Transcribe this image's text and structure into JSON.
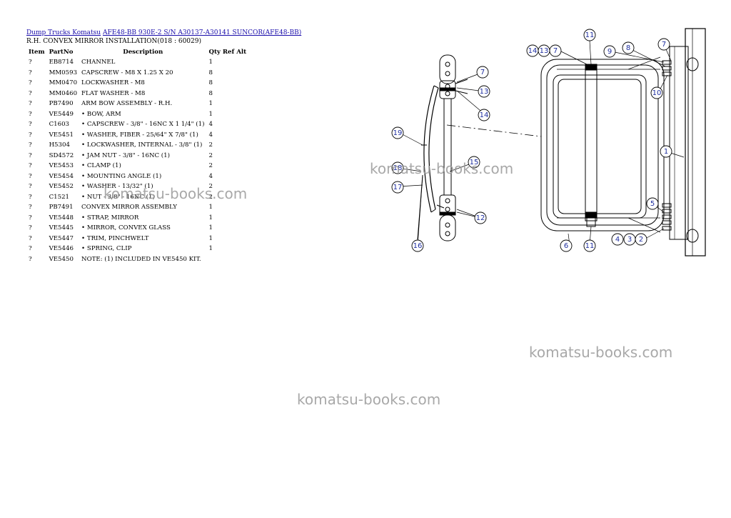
{
  "breadcrumb": {
    "link1": "Dump Trucks Komatsu",
    "link2": "AFE48-BB 930E-2 S/N A30137-A30141 SUNCOR(AFE48-BB)"
  },
  "subtitle": "R.H. CONVEX MIRROR INSTALLATION(018 : 60029)",
  "table": {
    "headers": [
      "Item",
      "PartNo",
      "Description",
      "Qty Ref Alt"
    ],
    "rows": [
      {
        "item": "?",
        "part": "EB8714",
        "desc": "CHANNEL",
        "qty": "1"
      },
      {
        "item": "?",
        "part": "MM0593",
        "desc": "CAPSCREW - M8 X 1.25 X 20",
        "qty": "8"
      },
      {
        "item": "?",
        "part": "MM0470",
        "desc": "LOCKWASHER - M8",
        "qty": "8"
      },
      {
        "item": "?",
        "part": "MM0460",
        "desc": "FLAT WASHER - M8",
        "qty": "8"
      },
      {
        "item": "?",
        "part": "PB7490",
        "desc": "ARM BOW ASSEMBLY - R.H.",
        "qty": "1"
      },
      {
        "item": "?",
        "part": "VE5449",
        "desc": "• BOW, ARM",
        "qty": "1"
      },
      {
        "item": "?",
        "part": "C1603",
        "desc": "• CAPSCREW - 3/8\" - 16NC X 1 1/4\" (1)",
        "qty": "4"
      },
      {
        "item": "?",
        "part": "VE5451",
        "desc": "• WASHER, FIBER - 25/64\" X 7/8\" (1)",
        "qty": "4"
      },
      {
        "item": "?",
        "part": "H5304",
        "desc": "• LOCKWASHER, INTERNAL - 3/8\" (1)",
        "qty": "2"
      },
      {
        "item": "?",
        "part": "SD4572",
        "desc": "• JAM NUT - 3/8\" - 16NC (1)",
        "qty": "2"
      },
      {
        "item": "?",
        "part": "VE5453",
        "desc": "• CLAMP (1)",
        "qty": "2"
      },
      {
        "item": "?",
        "part": "VE5454",
        "desc": "• MOUNTING ANGLE (1)",
        "qty": "4"
      },
      {
        "item": "?",
        "part": "VE5452",
        "desc": "• WASHER - 13/32\" (1)",
        "qty": "2"
      },
      {
        "item": "?",
        "part": "C1521",
        "desc": "• NUT - 3/8\" - 16NC (1)",
        "qty": "2"
      },
      {
        "item": "?",
        "part": "PB7491",
        "desc": "CONVEX MIRROR ASSEMBLY",
        "qty": "1"
      },
      {
        "item": "?",
        "part": "VE5448",
        "desc": "• STRAP, MIRROR",
        "qty": "1"
      },
      {
        "item": "?",
        "part": "VE5445",
        "desc": "• MIRROR, CONVEX GLASS",
        "qty": "1"
      },
      {
        "item": "?",
        "part": "VE5447",
        "desc": "• TRIM, PINCHWELT",
        "qty": "1"
      },
      {
        "item": "?",
        "part": "VE5446",
        "desc": "• SPRING, CLIP",
        "qty": "1"
      },
      {
        "item": "?",
        "part": "VE5450",
        "desc": "NOTE: (1) INCLUDED IN VE5450 KIT.",
        "qty": ""
      }
    ]
  },
  "watermarks": [
    "komatsu-books.com",
    "komatsu-books.com",
    "komatsu-books.com",
    "komatsu-books.com"
  ],
  "diagram": {
    "callouts": [
      "11",
      "14",
      "13",
      "7",
      "9",
      "8",
      "7",
      "10",
      "7",
      "13",
      "14",
      "19",
      "15",
      "18",
      "17",
      "12",
      "16",
      "1",
      "5",
      "6",
      "11",
      "4",
      "3",
      "2"
    ]
  }
}
